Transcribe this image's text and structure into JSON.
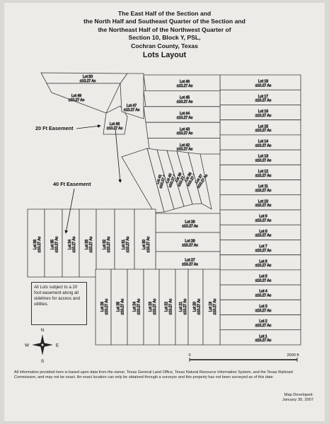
{
  "title": {
    "lines": [
      "The East Half of the Section and",
      "the North Half and Southeast Quarter of the Section and",
      "the Northeast Half of the Northwest Quarter of",
      "Section 10, Block Y, PSL,",
      "Cochran County, Texas"
    ],
    "subtitle": "Lots Layout"
  },
  "acreage": "±10.27 Ac",
  "lots": {
    "east": [
      "18",
      "17",
      "16",
      "15",
      "14",
      "13",
      "12",
      "11",
      "10",
      "9",
      "8",
      "7",
      "6",
      "5",
      "4",
      "3",
      "2",
      "1"
    ],
    "north_middle": [
      "46",
      "45",
      "44",
      "43",
      "42"
    ],
    "south_middle": [
      "29",
      "28",
      "27"
    ],
    "diagonal": [
      "41",
      "40",
      "39",
      "38",
      "37"
    ],
    "northwest": [
      "50",
      "49",
      "48",
      "47"
    ],
    "west_lower": [
      "36",
      "35",
      "34",
      "33",
      "32",
      "31",
      "30"
    ],
    "south_strip": [
      "26",
      "25",
      "24",
      "23",
      "22",
      "21",
      "20",
      "19"
    ]
  },
  "labels": {
    "easement_20": "20 Ft Easement",
    "easement_40": "40 Ft Easement"
  },
  "note": "All Lots subject to a 20 foot easement along all sidelines for access and utilities.",
  "compass": {
    "n": "N",
    "s": "S",
    "e": "E",
    "w": "W"
  },
  "scale": {
    "start": "0",
    "end": "2000 ft"
  },
  "disclaimer": "All information provided here is based upon data from the owner, Texas General Land Office, Texas Natural Resource Information System, and the Texas Railroad Commission, and may not be exact. An exact location can only be obtained through a surveyor and this property has not been surveyed as of this date.",
  "map_developed": {
    "label": "Map Developed:",
    "date": "January 30, 2007"
  }
}
